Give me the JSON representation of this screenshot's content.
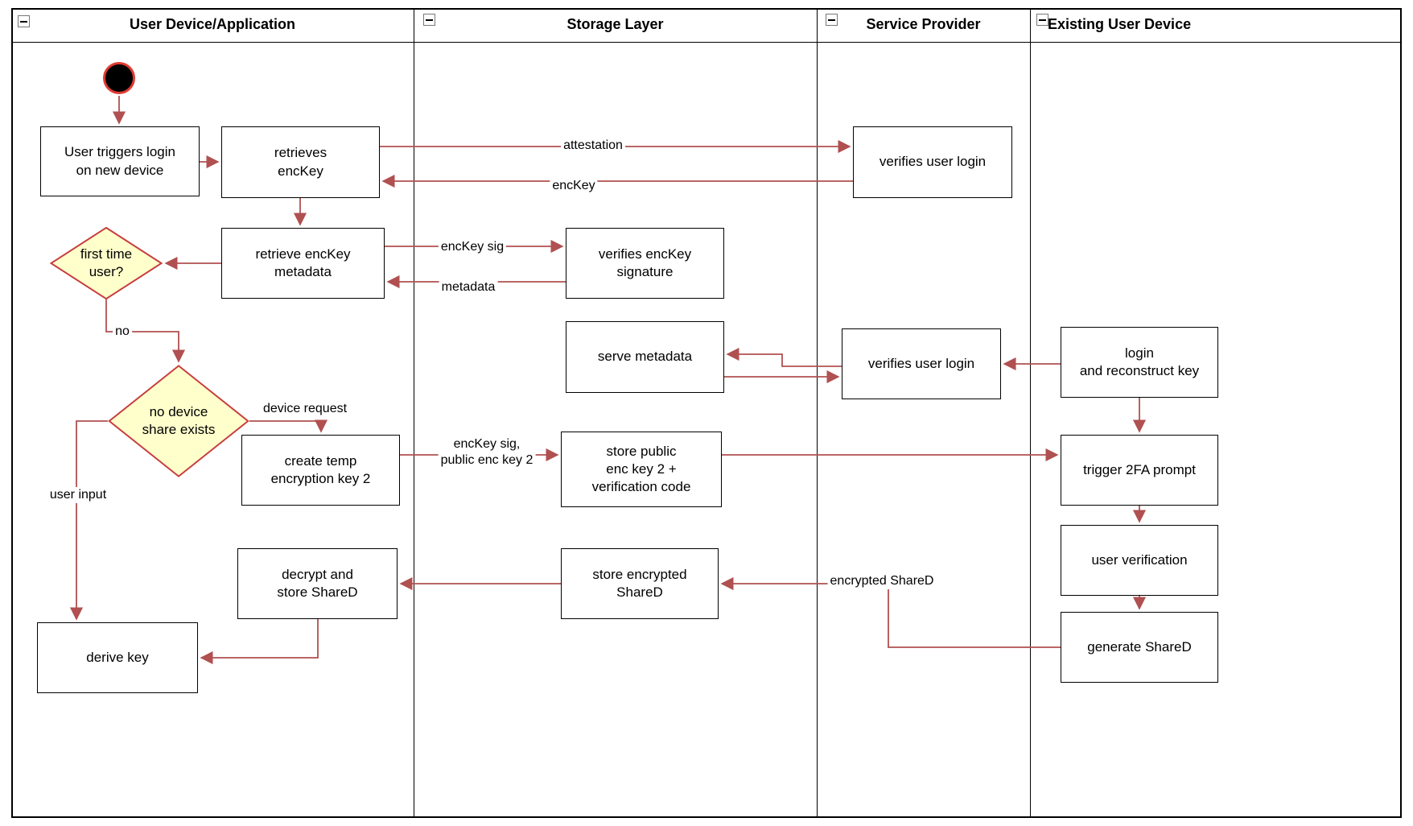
{
  "lanes": [
    {
      "title": "User Device/Application"
    },
    {
      "title": "Storage Layer"
    },
    {
      "title": "Service Provider"
    },
    {
      "title": "Existing User Device"
    }
  ],
  "nodes": {
    "user_triggers_login": "User triggers login\non new device",
    "retrieves_enckey": "retrieves\nencKey",
    "verifies_user_login_1": "verifies user login",
    "retrieve_enckey_metadata": "retrieve encKey\nmetadata",
    "verifies_enckey_signature": "verifies encKey\nsignature",
    "first_time_user": "first time\nuser?",
    "serve_metadata": "serve metadata",
    "verifies_user_login_2": "verifies user login",
    "login_and_reconstruct_key": "login\nand reconstruct key",
    "no_device_share_exists": "no device\nshare exists",
    "create_temp_encryption_key_2": "create temp\nencryption key 2",
    "store_public_enc_key_2": "store public\nenc key 2 +\nverification code",
    "trigger_2fa_prompt": "trigger 2FA prompt",
    "user_verification": "user verification",
    "generate_shared": "generate ShareD",
    "store_encrypted_shared": "store encrypted\nShareD",
    "decrypt_and_store_shared": "decrypt and\nstore ShareD",
    "derive_key": "derive key"
  },
  "edge_labels": {
    "attestation": "attestation",
    "enckey": "encKey",
    "enckey_sig": "encKey sig",
    "metadata": "metadata",
    "no": "no",
    "device_request": "device request",
    "enckey_sig_public_enc_key_2": "encKey sig,\npublic enc key 2",
    "encrypted_shared": "encrypted ShareD",
    "user_input": "user input"
  },
  "colors": {
    "arrow": "#b05050",
    "decision_fill": "#ffffcc",
    "decision_border": "#c73e3e",
    "node_border": "#000000",
    "start_fill": "#000000",
    "start_ring": "#e03c31"
  }
}
